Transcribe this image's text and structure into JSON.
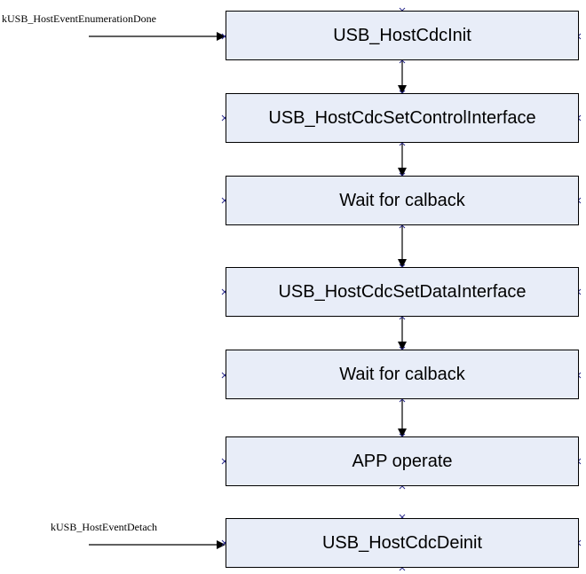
{
  "diagram": {
    "steps": [
      "USB_HostCdcInit",
      "USB_HostCdcSetControlInterface",
      "Wait for calback",
      "USB_HostCdcSetDataInterface",
      "Wait for calback",
      "APP operate"
    ],
    "deinit_step": "USB_HostCdcDeinit",
    "events": {
      "enumeration_done": "kUSB_HostEventEnumerationDone",
      "detach": "kUSB_HostEventDetach"
    },
    "colors": {
      "box_fill": "#e8edf8",
      "border": "#000000",
      "connector_marker": "#2b2b8c"
    }
  }
}
